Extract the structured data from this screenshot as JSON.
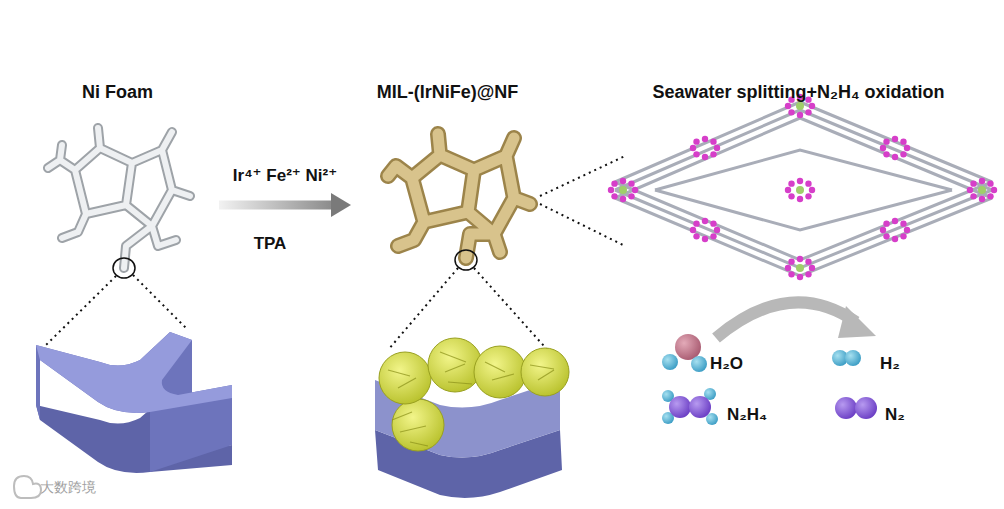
{
  "diagram": {
    "nodes": [
      {
        "text": [
          "Ni Foam"
        ]
      },
      {
        "text": [
          "MIL-(IrNiFe)@NF"
        ]
      },
      {
        "text": [
          "Seawater splitting+N₂H₄ oxidation"
        ]
      }
    ],
    "edges": [
      {
        "from": 0,
        "to": 1,
        "arrow": "to",
        "label": "Ir⁴⁺ Fe²⁺ Ni²⁺"
      }
    ],
    "labels": [
      "TPA",
      "H₂O",
      "H₂",
      "N₂H₄",
      "N₂",
      "大数跨境"
    ]
  }
}
